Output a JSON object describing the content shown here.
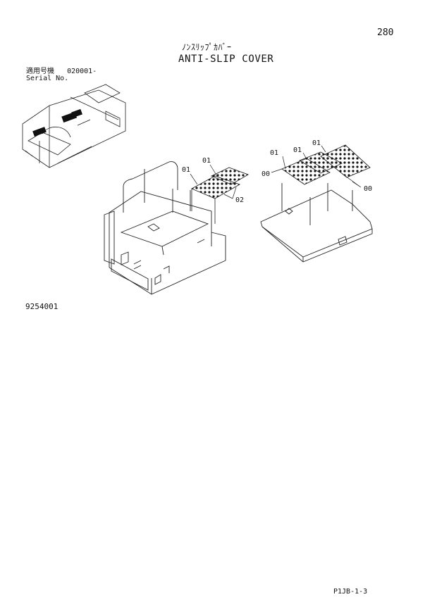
{
  "page_number": "280",
  "title_jp": "ﾉﾝｽﾘｯﾌﾟｶﾊﾞｰ",
  "title_en": "ANTI-SLIP COVER",
  "serial_label_jp": "適用号機",
  "serial_value": "020001-",
  "serial_label_en": "Serial No.",
  "figure_number": "9254001",
  "doc_code": "P1JB-1-3",
  "callouts": {
    "left_01a": "01",
    "left_01b": "01",
    "left_02": "02",
    "right_01a": "01",
    "right_01b": "01",
    "right_01c": "01",
    "right_00a": "00",
    "right_00b": "00"
  }
}
